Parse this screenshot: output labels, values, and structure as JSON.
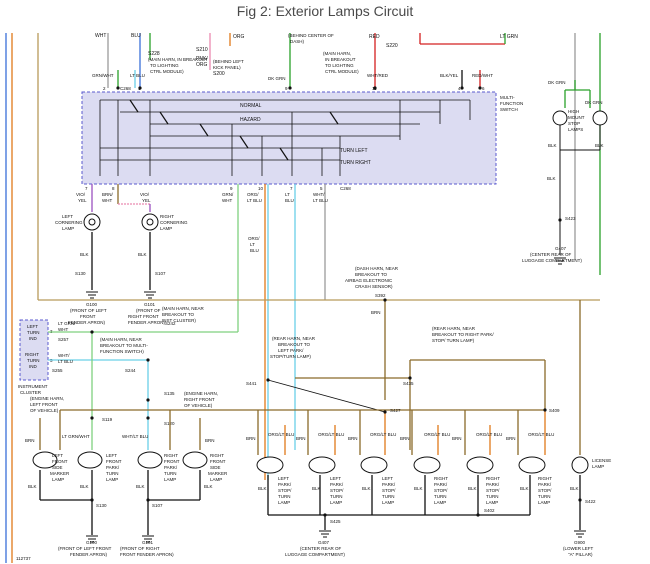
{
  "title": "Fig 2: Exterior Lamps Circuit",
  "diagram_id": "112737",
  "colors": {
    "wire_black": "#111111",
    "wire_white": "#9a9a9a",
    "wire_green": "#2aa02a",
    "wire_lightgreen": "#7fd17f",
    "wire_blue": "#3a6fd8",
    "wire_lightblue": "#6ad0e8",
    "wire_orange": "#e07a1a",
    "wire_red": "#d42020",
    "wire_pink": "#ea8ab0",
    "wire_violet": "#9a50c0",
    "wire_yellow": "#d8c21a",
    "wire_brown": "#8a6a2a",
    "wire_tan": "#b89a5a",
    "switch_fill": "#dcdcf2",
    "switch_border": "#5a5acf"
  },
  "top_labels": {
    "wht": "WHT",
    "blu": "BLU",
    "s228": "S228",
    "s228_note": [
      "(MAIN HARN, IN BREAKOUT",
      "TO LIGHTING",
      "CTRL MODULE)"
    ],
    "s210": "S210",
    "pnk_org": [
      "PNK/",
      "ORG"
    ],
    "behind_kick": [
      "(BEHIND LEFT",
      "KICK PANEL)"
    ],
    "s200": "S200",
    "org": "ORG",
    "behind_dash": [
      "(BEHIND CENTER OF",
      "DASH)"
    ],
    "red": "RED",
    "s220": "S220",
    "lt_grn": "LT GRN",
    "main_breakout": [
      "(MAIN HARN,",
      "IN BREAKOUT",
      "TO LIGHTING",
      "CTRL MODULE)"
    ]
  },
  "switch": {
    "wire_top": [
      "GRN/WHT",
      "LT BLU",
      "DK GRN",
      "WHT/RED",
      "BLK/YEL",
      "RED/WHT"
    ],
    "pins_top": [
      "2",
      "1",
      "3",
      "9",
      "11",
      "4",
      "6"
    ],
    "c_top": "C268",
    "label": [
      "MULTI-",
      "FUNCTION",
      "SWITCH"
    ],
    "normal": "NORMAL",
    "hazard": "HAZARD",
    "turn_left": "TURN LEFT",
    "turn_right": "TURN RIGHT",
    "pins_bottom": [
      "7",
      "8",
      "9",
      "10",
      "7",
      "5"
    ],
    "c_bottom": "C268"
  },
  "upper_left": {
    "vio_yel": [
      "VIO/",
      "YEL"
    ],
    "brn_wht": [
      "BRN/",
      "WHT"
    ],
    "lamp_left": [
      "LEFT",
      "CORNERING",
      "LAMP"
    ],
    "lamp_right": [
      "RIGHT",
      "CORNERING",
      "LAMP"
    ],
    "blk": "BLK",
    "s130": "S130",
    "s107": "S107",
    "g100": "G100",
    "g100_note": [
      "(FRONT OF LEFT",
      "FRONT",
      "FENDER APRON)"
    ],
    "g101": "G101",
    "g101_note": [
      "(FRONT OF",
      "RIGHT FRONT",
      "FENDER APRON)"
    ]
  },
  "switch_down": {
    "grn_wht": [
      "GRN/",
      "WHT"
    ],
    "org_lt_blu": [
      "ORG/",
      "LT BLU"
    ],
    "org_lt_blu_2": [
      "ORG/",
      "LT",
      "BLU"
    ],
    "lt_blu": [
      "LT",
      "BLU"
    ],
    "wht_lt_blu": [
      "WHT/",
      "LT BLU"
    ]
  },
  "high_mount": {
    "dk_grn": "DK GRN",
    "label": [
      "HIGH",
      "MOUNT",
      "STOP",
      "LAMPS"
    ],
    "blk": "BLK",
    "s423": "S423",
    "g407": "G407",
    "g407_note": [
      "(CENTER REAR OF",
      "LUGGAGE COMPARTMENT)"
    ]
  },
  "middle": {
    "s242": "S242",
    "s242_note": [
      "(MAIN HARN, NEAR",
      "BREAKOUT TO",
      "INST CLUSTER)"
    ],
    "dash_note": [
      "(DASH HARN, NEAR",
      "BREAKOUT TO",
      "AIRBAG ELECTRONIC",
      "CRASH SENSOR)"
    ],
    "s392": "S392",
    "brn": "BRN",
    "lt_grn_wht": [
      "LT GRN/",
      "WHT"
    ],
    "s257": "S257",
    "s257_note": [
      "(MAIN HARN, NEAR",
      "BREAKOUT TO MULTI-",
      "FUNCTION SWITCH)"
    ],
    "wht_lt_blu": [
      "WHT/",
      "LT BLU"
    ],
    "s255": "S255",
    "s244": "S244",
    "cluster_left": [
      "LEFT",
      "TURN",
      "IND"
    ],
    "cluster_right": [
      "RIGHT",
      "TURN",
      "IND"
    ],
    "cluster_label": [
      "INSTRUMENT",
      "CLUSTER"
    ],
    "pin_3": "3",
    "pin_5": "5",
    "rear_left_note": [
      "(REAR HARN, NEAR",
      "BREAKOUT TO",
      "LEFT PARK/",
      "STOP/TURN LAMP)"
    ],
    "rear_right_note": [
      "(REAR HARN, NEAR",
      "BREAKOUT TO RIGHT PARK/",
      "STOP/ TURN LAMP)"
    ],
    "s441": "S441",
    "s435": "S435",
    "s427": "S427",
    "s409": "S409",
    "s135": "S135",
    "s135_note": [
      "(ENGINE HARN,",
      "RIGHT FRONT",
      "OF VEHICLE)"
    ],
    "s119": "S119",
    "s119_note": [
      "(ENGINE HARN,",
      "LEFT FRONT",
      "OF VEHICLE)"
    ],
    "s120": "S120"
  },
  "front_lamps": {
    "wires": [
      "BRN",
      "LT GRN/WHT",
      "WHT/LT BLU",
      "BRN"
    ],
    "labels": [
      [
        "LEFT",
        "FRONT",
        "SIDE",
        "MARKER",
        "LAMP"
      ],
      [
        "LEFT",
        "FRONT",
        "PARK/",
        "TURN",
        "LAMP"
      ],
      [
        "RIGHT",
        "FRONT",
        "PARK/",
        "TURN",
        "LAMP"
      ],
      [
        "RIGHT",
        "FRONT",
        "SIDE",
        "MARKER",
        "LAMP"
      ]
    ],
    "blk": "BLK",
    "s130": "S130",
    "s107": "S107",
    "g100": "G100",
    "g100_note": [
      "(FRONT OF LEFT FRONT",
      "FENDER APRON)"
    ],
    "g101": "G101",
    "g101_note": [
      "(FRONT OF RIGHT",
      "FRONT FENDER APRON)"
    ]
  },
  "rear_lamps": {
    "wires": [
      "BRN",
      "ORG/LT BLU",
      "BRN",
      "ORG/LT BLU",
      "BRN",
      "ORG/LT BLU",
      "BRN",
      "ORG/LT BLU",
      "BRN",
      "ORG/LT BLU",
      "BRN",
      "ORG/LT BLU"
    ],
    "labels": [
      [
        "LEFT",
        "PARK/",
        "STOP/",
        "TURN",
        "LAMP"
      ],
      [
        "LEFT",
        "PARK/",
        "STOP/",
        "TURN",
        "LAMP"
      ],
      [
        "LEFT",
        "PARK/",
        "STOP/",
        "TURN",
        "LAMP"
      ],
      [
        "RIGHT",
        "PARK/",
        "STOP/",
        "TURN",
        "LAMP"
      ],
      [
        "RIGHT",
        "PARK/",
        "STOP/",
        "TURN",
        "LAMP"
      ],
      [
        "RIGHT",
        "PARK/",
        "STOP/",
        "TURN",
        "LAMP"
      ]
    ],
    "blk": "BLK",
    "s425": "S425",
    "s402": "S402",
    "g407": "G407",
    "g407_note": [
      "(CENTER REAR OF",
      "LUGGAGE COMPARTMENT)"
    ],
    "license": [
      "LICENSE",
      "LAMP"
    ],
    "s422": "S422",
    "g900": "G900",
    "g900_note": [
      "(LOWER LEFT",
      "\"A\" PILLAR)"
    ]
  }
}
